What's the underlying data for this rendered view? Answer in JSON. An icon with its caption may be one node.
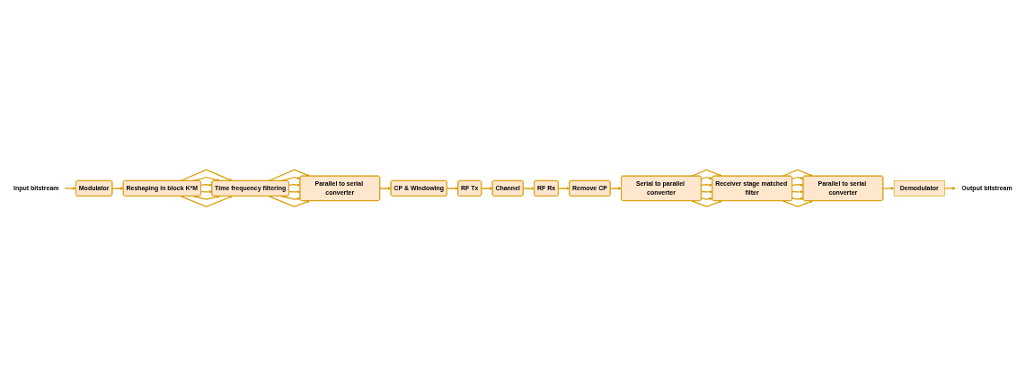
{
  "diagram": {
    "nodes": [
      {
        "text": [
          "Input bitstream"
        ]
      },
      {
        "text": [
          "Modulator"
        ]
      },
      {
        "text": [
          "Reshaping in block K*M"
        ]
      },
      {
        "text": [
          "Time frequency filtering"
        ]
      },
      {
        "text": [
          "Parallel to serial converter"
        ]
      },
      {
        "text": [
          "CP & Windowing"
        ]
      },
      {
        "text": [
          "RF Tx"
        ]
      },
      {
        "text": [
          "Channel"
        ]
      },
      {
        "text": [
          "RF Rx"
        ]
      },
      {
        "text": [
          "Remove CP"
        ]
      },
      {
        "text": [
          "Serial to parallel converter"
        ]
      },
      {
        "text": [
          "Receiver stage matched filter"
        ]
      },
      {
        "text": [
          "Parallel to serial converter"
        ]
      },
      {
        "text": [
          "Demodulator"
        ]
      },
      {
        "text": [
          "Output bitstream"
        ]
      }
    ],
    "edges": [
      {
        "from": 0,
        "to": 1,
        "arrow": "to"
      },
      {
        "from": 1,
        "to": 2,
        "arrow": "to"
      },
      {
        "from": 2,
        "to": 3,
        "arrow": "to"
      },
      {
        "from": 2,
        "to": 3,
        "arrow": "to"
      },
      {
        "from": 2,
        "to": 3,
        "arrow": "to"
      },
      {
        "from": 2,
        "to": 3,
        "arrow": "to"
      },
      {
        "from": 2,
        "to": 3,
        "arrow": "to"
      },
      {
        "from": 2,
        "to": 3,
        "arrow": "to"
      },
      {
        "from": 3,
        "to": 4,
        "arrow": "to"
      },
      {
        "from": 3,
        "to": 4,
        "arrow": "to"
      },
      {
        "from": 3,
        "to": 4,
        "arrow": "to"
      },
      {
        "from": 3,
        "to": 4,
        "arrow": "to"
      },
      {
        "from": 3,
        "to": 4,
        "arrow": "to"
      },
      {
        "from": 3,
        "to": 4,
        "arrow": "to"
      },
      {
        "from": 4,
        "to": 5,
        "arrow": "to"
      },
      {
        "from": 5,
        "to": 6,
        "arrow": "to"
      },
      {
        "from": 6,
        "to": 7,
        "arrow": "to"
      },
      {
        "from": 7,
        "to": 8,
        "arrow": "to"
      },
      {
        "from": 8,
        "to": 9,
        "arrow": "to"
      },
      {
        "from": 9,
        "to": 10,
        "arrow": "to"
      },
      {
        "from": 10,
        "to": 11,
        "arrow": "to"
      },
      {
        "from": 10,
        "to": 11,
        "arrow": "to"
      },
      {
        "from": 10,
        "to": 11,
        "arrow": "to"
      },
      {
        "from": 10,
        "to": 11,
        "arrow": "to"
      },
      {
        "from": 10,
        "to": 11,
        "arrow": "to"
      },
      {
        "from": 10,
        "to": 11,
        "arrow": "to"
      },
      {
        "from": 11,
        "to": 12,
        "arrow": "to"
      },
      {
        "from": 11,
        "to": 12,
        "arrow": "to"
      },
      {
        "from": 11,
        "to": 12,
        "arrow": "to"
      },
      {
        "from": 11,
        "to": 12,
        "arrow": "to"
      },
      {
        "from": 11,
        "to": 12,
        "arrow": "to"
      },
      {
        "from": 11,
        "to": 12,
        "arrow": "to"
      },
      {
        "from": 12,
        "to": 13,
        "arrow": "to"
      },
      {
        "from": 13,
        "to": 14,
        "arrow": "to"
      }
    ]
  }
}
